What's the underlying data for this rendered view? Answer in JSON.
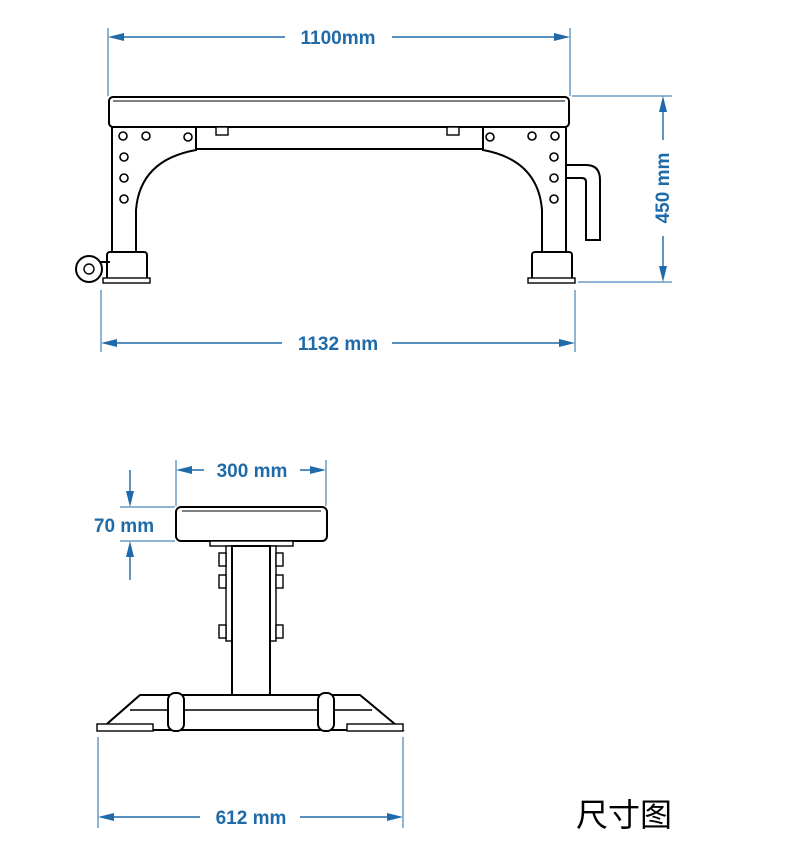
{
  "side_view": {
    "top_width_label": "1100mm",
    "overall_length_label": "1132 mm",
    "height_label": "450 mm"
  },
  "end_view": {
    "pad_width_label": "300 mm",
    "pad_thickness_label": "70 mm",
    "base_width_label": "612 mm"
  },
  "caption": "尺寸图"
}
